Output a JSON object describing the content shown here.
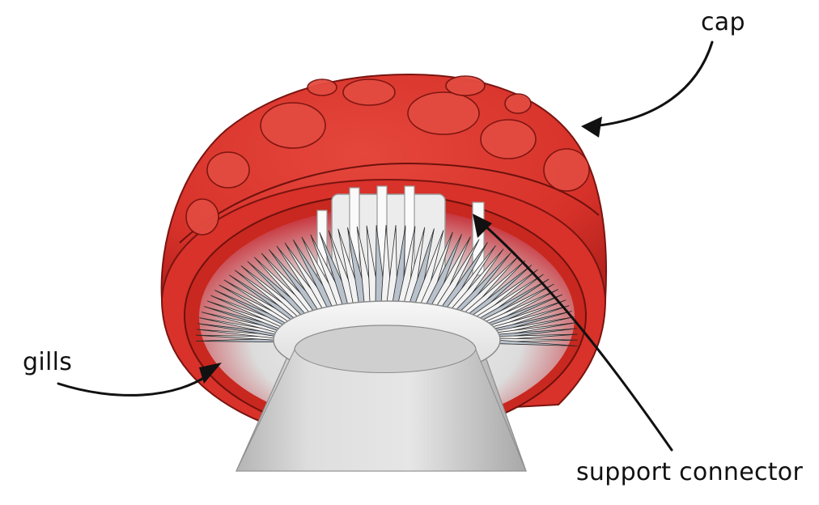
{
  "figure": {
    "labels": {
      "cap": "cap",
      "gills": "gills",
      "support_connector": "support connector"
    },
    "colors": {
      "cap_red": "#d9342b",
      "cap_dark": "#a61f1a",
      "cap_light": "#e85a4e",
      "gill_white": "#f2f2f2",
      "gill_shade": "#b9c2cc",
      "stem_grey": "#d2d2d2",
      "stem_shadow": "#a9a9a9",
      "arrow": "#111111",
      "background": "#ffffff"
    },
    "components": [
      "cap",
      "gills",
      "support-connector",
      "stem"
    ]
  }
}
